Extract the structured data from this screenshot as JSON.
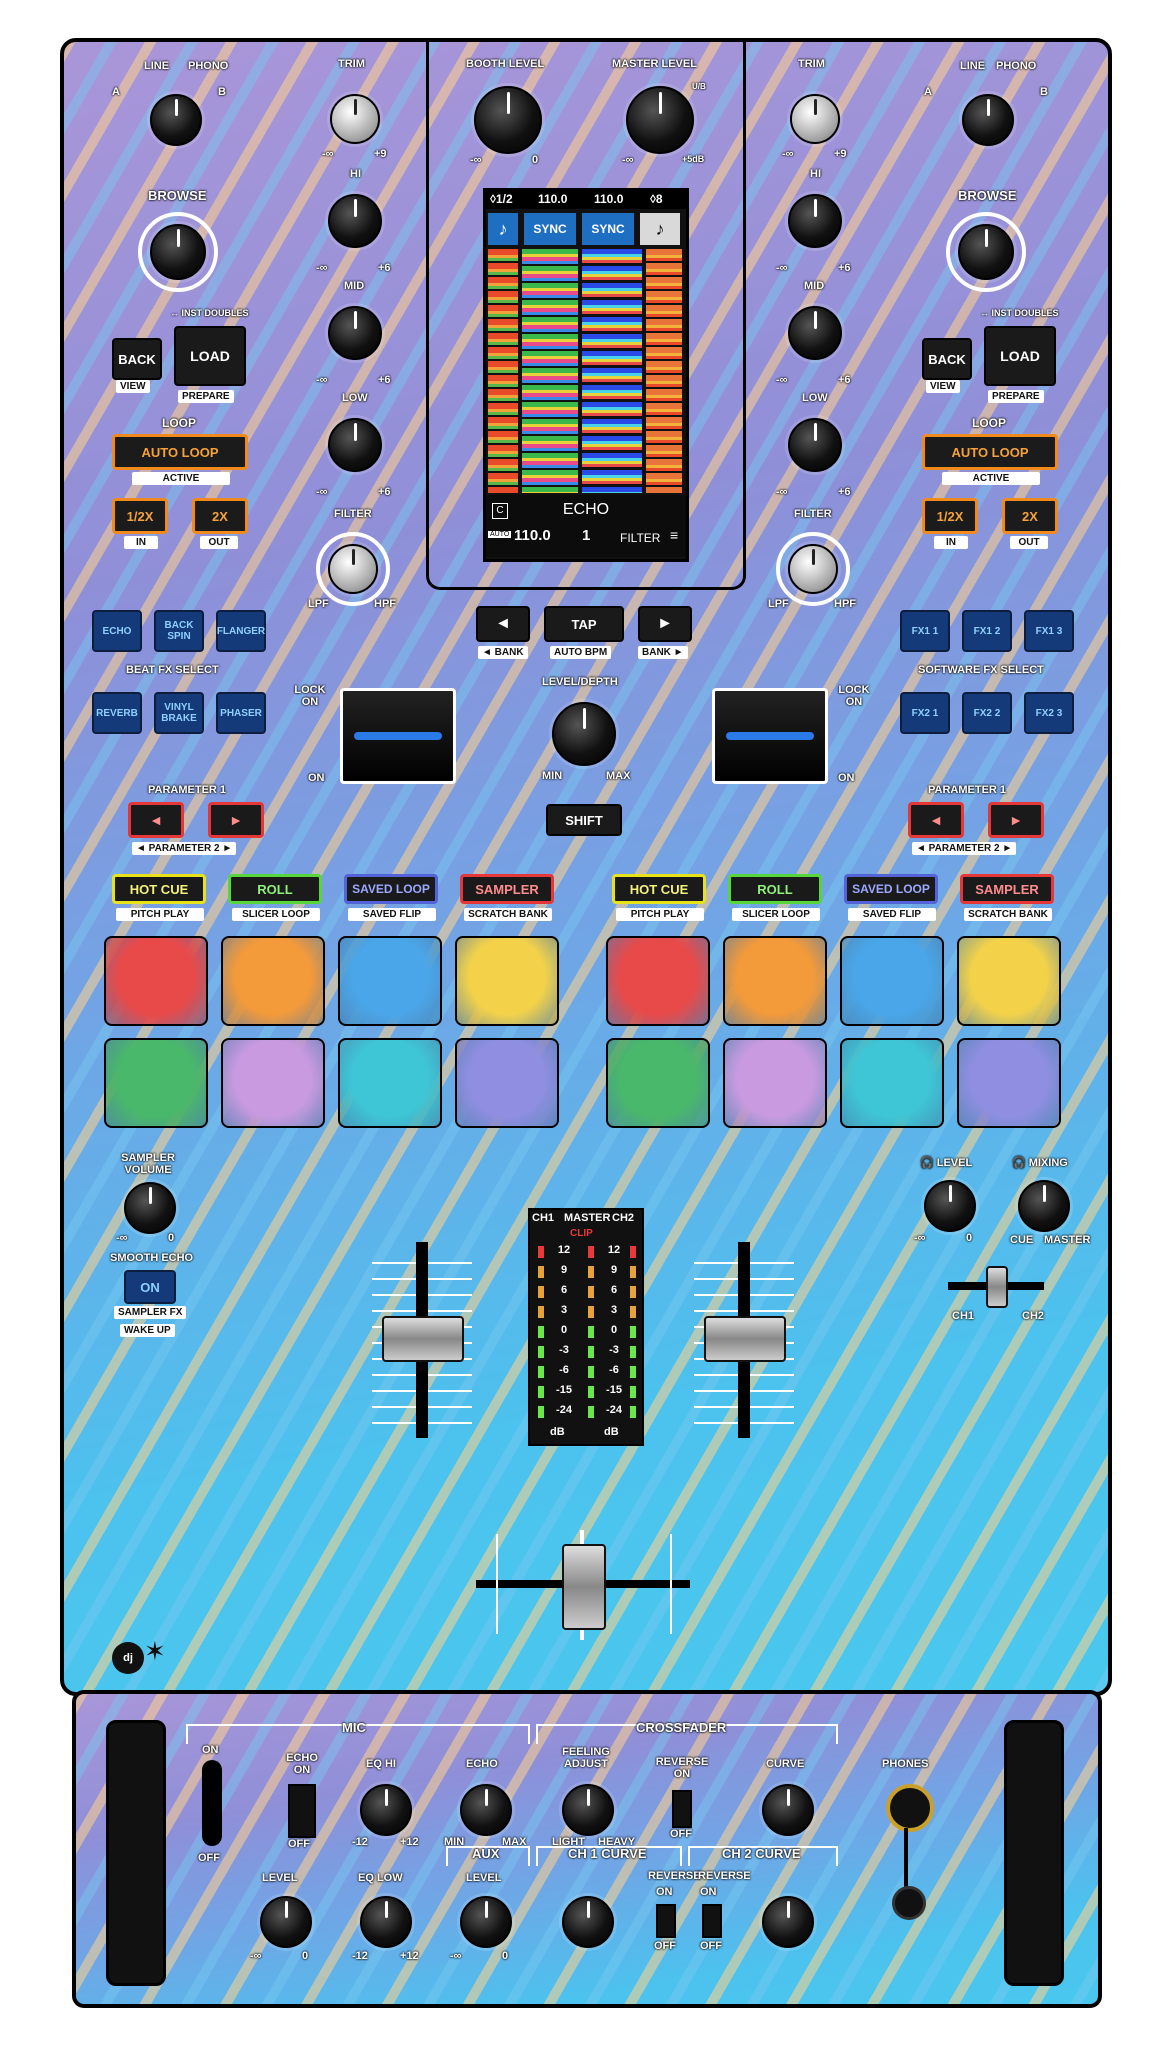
{
  "top_panel": {
    "left": {
      "input_a": "A",
      "input_line": "LINE",
      "input_phono": "PHONO",
      "input_b": "B",
      "browse": "BROWSE",
      "inst_doubles": "↔ INST DOUBLES",
      "back": "BACK",
      "view": "VIEW",
      "load": "LOAD",
      "prepare": "PREPARE",
      "loop": "LOOP",
      "auto_loop": "AUTO LOOP",
      "active": "ACTIVE",
      "half": "1/2X",
      "double": "2X",
      "in": "IN",
      "out": "OUT"
    },
    "eq_left": {
      "trim": "TRIM",
      "hi": "HI",
      "mid": "MID",
      "low": "LOW",
      "filter": "FILTER",
      "min": "-∞",
      "trim_max": "+9",
      "eq_max": "+6",
      "lpf": "LPF",
      "hpf": "HPF"
    },
    "center": {
      "booth_level": "BOOTH LEVEL",
      "master_level": "MASTER LEVEL",
      "booth_min": "-∞",
      "booth_max": "0",
      "master_min": "-∞",
      "master_max": "+5dB",
      "ub": "U/B"
    },
    "screen": {
      "top_left": "◊1/2",
      "bpm_left": "110.0",
      "bpm_right": "110.0",
      "top_right": "◊8",
      "sync": "SYNC",
      "fx_name": "ECHO",
      "c_badge": "C",
      "auto": "AUTO",
      "bpm_bottom": "110.0",
      "beat": "1",
      "filter": "FILTER"
    },
    "fx_controls": {
      "tap": "TAP",
      "bank_left": "◄ BANK",
      "auto_bpm": "AUTO BPM",
      "bank_right": "BANK ►",
      "level_depth": "LEVEL/DEPTH",
      "min": "MIN",
      "max": "MAX",
      "shift": "SHIFT"
    },
    "beat_fx": {
      "select": "BEAT FX SELECT",
      "echo": "ECHO",
      "back_spin": "BACK SPIN",
      "flanger": "FLANGER",
      "reverb": "REVERB",
      "vinyl_brake": "VINYL BRAKE",
      "phaser": "PHASER"
    },
    "software_fx": {
      "select": "SOFTWARE FX SELECT",
      "fx1": [
        "FX1 1",
        "FX1 2",
        "FX1 3"
      ],
      "fx2": [
        "FX2 1",
        "FX2 2",
        "FX2 3"
      ]
    },
    "lock": {
      "lock_on": "LOCK ON",
      "on": "ON"
    },
    "parameter": {
      "p1": "PARAMETER 1",
      "p2": "◄ PARAMETER 2 ►"
    },
    "pad_modes": {
      "hot_cue": "HOT CUE",
      "roll": "ROLL",
      "saved_loop": "SAVED LOOP",
      "sampler": "SAMPLER",
      "pitch_play": "PITCH PLAY",
      "slicer_loop": "SLICER LOOP",
      "saved_flip": "SAVED FLIP",
      "scratch_bank": "SCRATCH BANK"
    },
    "pad_colors": [
      "#e84a4a",
      "#f39a3a",
      "#4aa6e8",
      "#f3d24a",
      "#4ab86a",
      "#c99ae0",
      "#3ec6d6",
      "#8f8ee0"
    ],
    "sampler": {
      "volume": "SAMPLER VOLUME",
      "min": "-∞",
      "max": "0",
      "smooth_echo": "SMOOTH ECHO",
      "on": "ON",
      "sampler_fx": "SAMPLER FX",
      "wake_up": "WAKE UP"
    },
    "headphones": {
      "level": "🎧 LEVEL",
      "mixing": "🎧 MIXING",
      "min": "-∞",
      "max": "0",
      "cue": "CUE",
      "master": "MASTER",
      "ch1": "CH1",
      "ch2": "CH2"
    },
    "vu": {
      "ch1": "CH1",
      "master": "MASTER",
      "ch2": "CH2",
      "clip": "CLIP",
      "scale": [
        "12",
        "9",
        "6",
        "3",
        "0",
        "-3",
        "-6",
        "-15",
        "-24"
      ],
      "db": "dB"
    }
  },
  "bottom_panel": {
    "mic": "MIC",
    "crossfader": "CROSSFADER",
    "on": "ON",
    "off": "OFF",
    "echo_on": "ECHO ON",
    "eq_hi": "EQ HI",
    "echo": "ECHO",
    "eq_min": "-12",
    "eq_max": "+12",
    "echo_min": "MIN",
    "echo_max": "MAX",
    "feeling_adjust": "FEELING ADJUST",
    "light": "LIGHT",
    "heavy": "HEAVY",
    "reverse_on": "REVERSE ON",
    "curve": "CURVE",
    "phones": "PHONES",
    "level": "LEVEL",
    "eq_low": "EQ LOW",
    "aux": "AUX",
    "ch1_curve": "CH 1 CURVE",
    "ch2_curve": "CH 2 CURVE",
    "reverse": "REVERSE",
    "min": "-∞",
    "zero": "0"
  }
}
